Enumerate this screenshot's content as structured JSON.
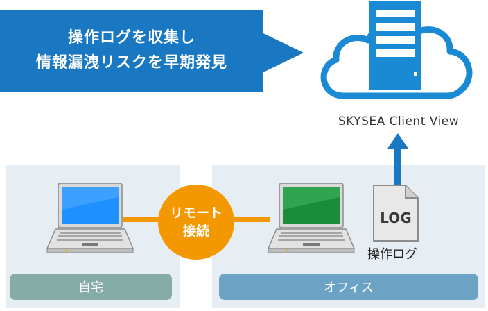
{
  "banner": {
    "line1": "操作ログを収集し",
    "line2": "情報漏洩リスクを早期発見"
  },
  "server": {
    "label": "SKYSEA Client View",
    "icon": "cloud-server-icon"
  },
  "remote": {
    "line1": "リモート",
    "line2": "接続"
  },
  "log": {
    "file_text": "LOG",
    "label": "操作ログ"
  },
  "zones": {
    "home": "自宅",
    "office": "オフィス"
  },
  "colors": {
    "brand_blue": "#1a78c2",
    "orange": "#f39800",
    "home_screen": "#1e90ff",
    "office_screen": "#1a8c3a",
    "home_label": "#86aca8",
    "office_label": "#6ca3c4"
  }
}
